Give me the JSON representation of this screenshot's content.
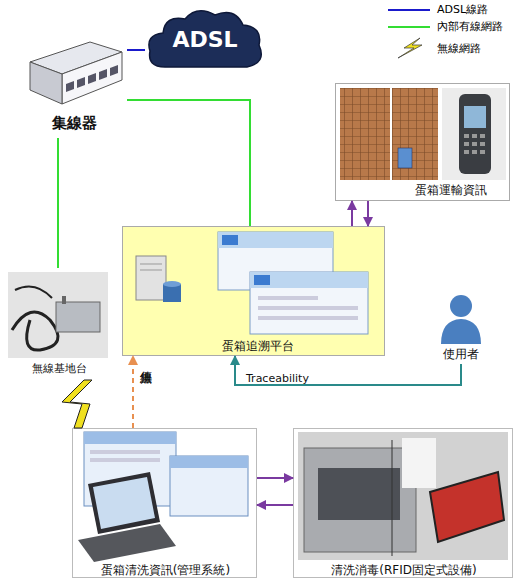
{
  "diagram": {
    "nodes": [
      {
        "text": [
          "ADSL"
        ]
      },
      {
        "text": [
          "集線器"
        ]
      },
      {
        "text": [
          "蛋箱運輸資訊"
        ]
      },
      {
        "text": [
          "蛋箱追溯平台"
        ]
      },
      {
        "text": [
          "使用者"
        ]
      },
      {
        "text": [
          "無線基地台"
        ]
      },
      {
        "text": [
          "蛋箱清洗資訊(管理系統)"
        ]
      },
      {
        "text": [
          "清洗消毒(RFID固定式設備)"
        ]
      }
    ],
    "edges": [
      {
        "from": 0,
        "to": 1,
        "arrow": "none"
      },
      {
        "from": 1,
        "to": 3,
        "arrow": "none"
      },
      {
        "from": 1,
        "to": 5,
        "arrow": "none"
      },
      {
        "from": 3,
        "to": 2,
        "arrow": "to"
      },
      {
        "from": 2,
        "to": 3,
        "arrow": "to"
      },
      {
        "from": 4,
        "to": 3,
        "label": "Traceability",
        "arrow": "to"
      },
      {
        "from": 6,
        "to": 3,
        "label": "無線上傳",
        "arrow": "to"
      },
      {
        "from": 6,
        "to": 7,
        "arrow": "to"
      },
      {
        "from": 7,
        "to": 6,
        "arrow": "to"
      },
      {
        "from": 5,
        "to": 6,
        "arrow": "none"
      }
    ],
    "legend": [
      {
        "text": "ADSL線路"
      },
      {
        "text": "內部有線網路"
      },
      {
        "text": "無線網路"
      }
    ]
  }
}
